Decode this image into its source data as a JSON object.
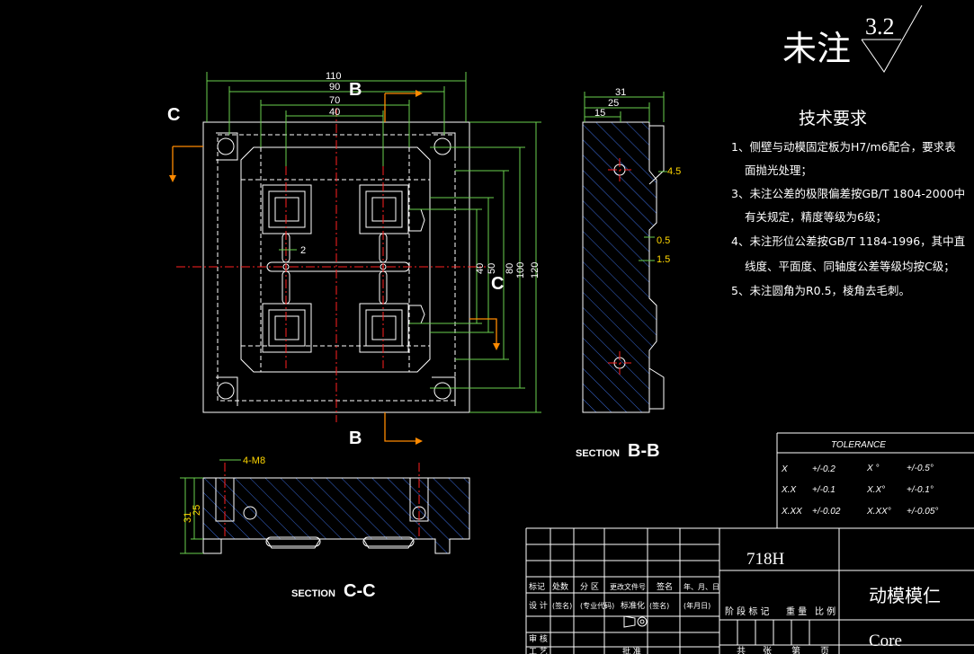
{
  "surface_note": {
    "text": "未注",
    "roughness": "3.2"
  },
  "tech": {
    "title": "技术要求",
    "items": [
      "1、侧壁与动模固定板为H7/m6配合，要求表",
      "面抛光处理；",
      "3、未注公差的极限偏差按GB/T 1804-2000中",
      "有关规定，精度等级为6级；",
      "4、未注形位公差按GB/T 1184-1996，其中直",
      "线度、平面度、同轴度公差等级均按C级；",
      "5、未注圆角为R0.5，棱角去毛刺。"
    ]
  },
  "front_view": {
    "section_labels": {
      "b_top": "B",
      "b_bottom": "B",
      "c_left": "C",
      "c_right": "C"
    },
    "dims_h": [
      "110",
      "90",
      "70",
      "40"
    ],
    "dims_v": [
      "40",
      "50",
      "80",
      "100",
      "120"
    ],
    "small_dim": "2"
  },
  "section_bb": {
    "label_prefix": "SECTION",
    "label_id": "B-B",
    "dims_h": [
      "31",
      "25",
      "15"
    ],
    "dims_side": [
      "4.5",
      "0.5",
      "1.5"
    ]
  },
  "section_cc": {
    "label_prefix": "SECTION",
    "label_id": "C-C",
    "thread_note": "4-M8",
    "dims_v": [
      "31",
      "25"
    ]
  },
  "tolerance": {
    "title": "TOLERANCE",
    "rows": [
      [
        "X",
        "+/-0.2",
        "X °",
        "+/-0.5°"
      ],
      [
        "X.X",
        "+/-0.1",
        "X.X°",
        "+/-0.1°"
      ],
      [
        "X.XX",
        "+/-0.02",
        "X.XX°",
        "+/-0.05°"
      ]
    ]
  },
  "title_block": {
    "material": "718H",
    "part_name_cn": "动模模仁",
    "part_name_en": "Core",
    "header_cells": [
      "标记",
      "处数",
      "分 区",
      "更改文件号",
      "签名",
      "年、月、日"
    ],
    "row2_cells": [
      "设 计",
      "(签名)",
      "(专业代码)",
      "标准化",
      "(签名)",
      "(年月日)"
    ],
    "stage_cells": [
      "阶 段 标 记",
      "重 量",
      "比 例"
    ],
    "row3_cells": [
      "审 核"
    ],
    "row4_cells": [
      "工 艺",
      "批 准"
    ],
    "bottom_cells": [
      "共",
      "张",
      "第",
      "页"
    ]
  }
}
